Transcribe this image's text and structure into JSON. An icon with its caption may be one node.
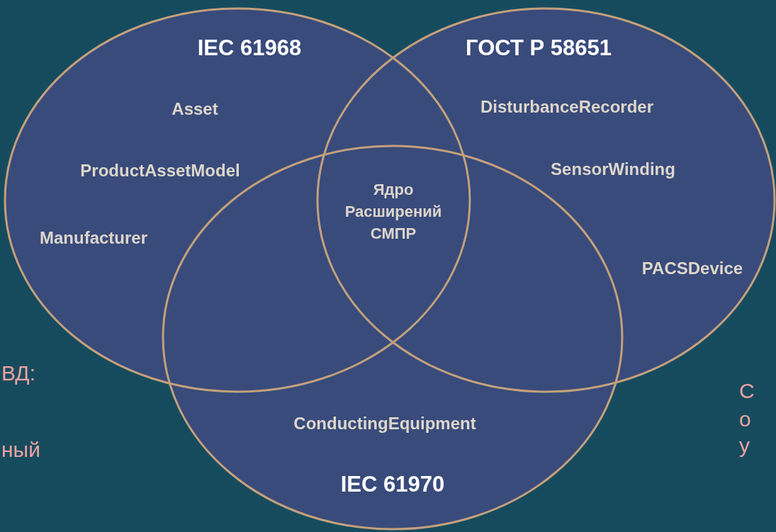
{
  "diagram": {
    "nodes": [
      {
        "text": [
          "IEC 61968"
        ]
      },
      {
        "text": [
          "ГОСТ Р 58651"
        ]
      },
      {
        "text": [
          "IEC 61970"
        ]
      }
    ],
    "edges": [],
    "labels": [
      "Asset",
      "DisturbanceRecorder",
      "ProductAssetModel",
      "SensorWinding",
      "Ядро Расширений СМПР",
      "Manufacturer",
      "PACSDevice",
      "ВД:",
      "С",
      "о",
      "ный",
      "у",
      "ConductingEquipment"
    ]
  }
}
